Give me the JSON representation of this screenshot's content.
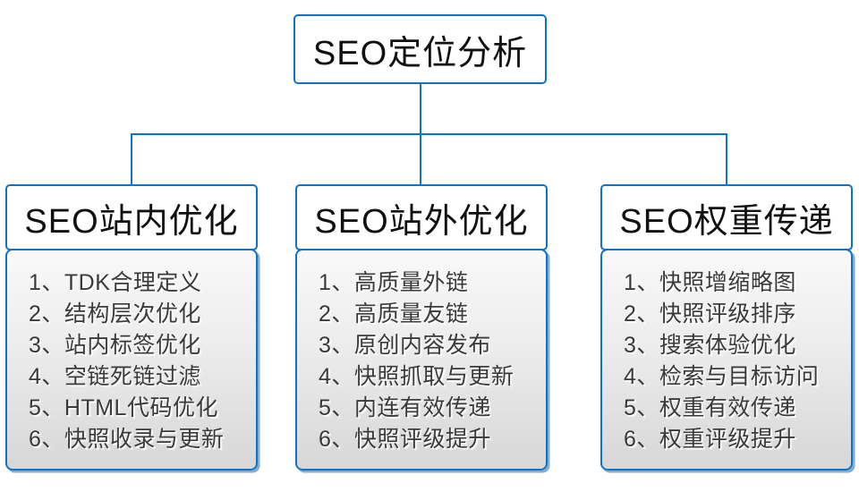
{
  "diagram": {
    "root": {
      "title": "SEO定位分析"
    },
    "columns": [
      {
        "title": "SEO站内优化",
        "items": [
          "1、TDK合理定义",
          "2、结构层次优化",
          "3、站内标签优化",
          "4、空链死链过滤",
          "5、HTML代码优化",
          "6、快照收录与更新"
        ]
      },
      {
        "title": "SEO站外优化",
        "items": [
          "1、高质量外链",
          "2、高质量友链",
          "3、原创内容发布",
          "4、快照抓取与更新",
          "5、内连有效传递",
          "6、快照评级提升"
        ]
      },
      {
        "title": "SEO权重传递",
        "items": [
          "1、快照增缩略图",
          "2、快照评级排序",
          "3、搜索体验优化",
          "4、检索与目标访问",
          "5、权重有效传递",
          "6、权重评级提升"
        ]
      }
    ],
    "colors": {
      "border_blue": "#0f72c6",
      "shadow_blue": "#0d5a9e",
      "header_text": "#111111",
      "item_text": "#3a3a3a",
      "list_bg_top": "#f9f9f9",
      "list_bg_bottom": "#d7d7d7",
      "background": "#ffffff"
    }
  }
}
